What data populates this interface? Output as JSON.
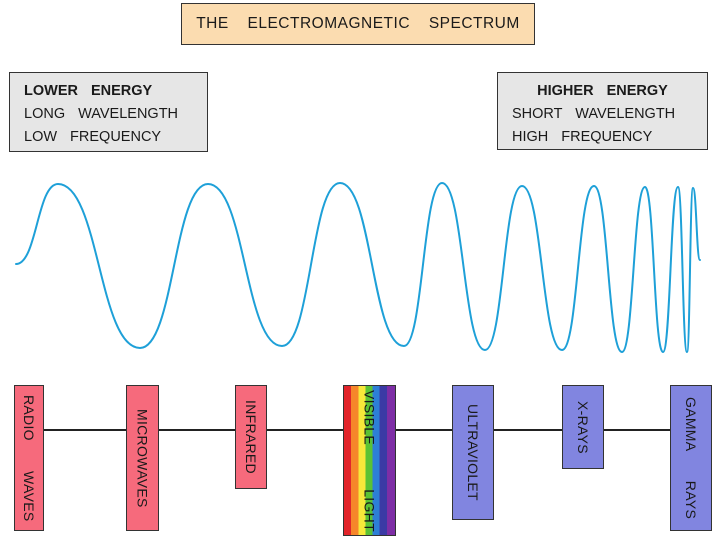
{
  "title": "THE ELECTROMAGNETIC SPECTRUM",
  "lower_energy": {
    "line1": "LOWER ENERGY",
    "line2": "LONG WAVELENGTH",
    "line3": "LOW FREQUENCY"
  },
  "higher_energy": {
    "line1": "HIGHER ENERGY",
    "line2": "SHORT WAVELENGTH",
    "line3": "HIGH FREQUENCY"
  },
  "bands": [
    {
      "label": "RADIO WAVES",
      "color": "#f66a7c"
    },
    {
      "label": "MICROWAVES",
      "color": "#f66a7c"
    },
    {
      "label": "INFRARED",
      "color": "#f66a7c"
    },
    {
      "label": "VISIBLE LIGHT",
      "color": "rainbow"
    },
    {
      "label": "ULTRAVIOLET",
      "color": "#8185e0"
    },
    {
      "label": "X-RAYS",
      "color": "#8185e0"
    },
    {
      "label": "GAMMA RAYS",
      "color": "#8185e0"
    }
  ],
  "colors": {
    "title_background": "#fbdcb0",
    "info_background": "#e6e6e6",
    "wave": "#1ea0d8",
    "low_energy_band": "#f66a7c",
    "high_energy_band": "#8185e0"
  }
}
